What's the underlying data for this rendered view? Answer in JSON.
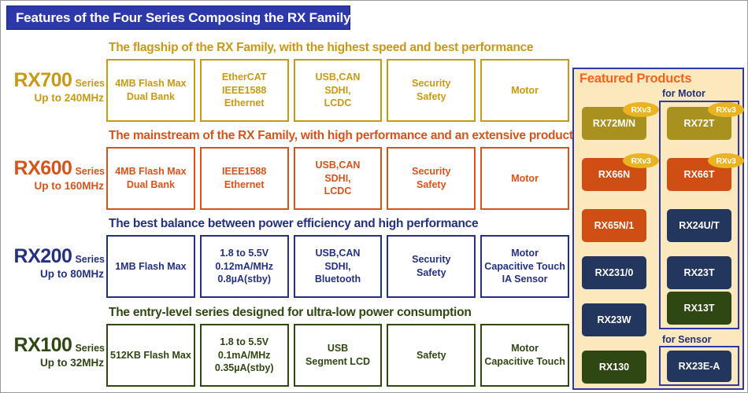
{
  "title": "Features of the Four Series Composing the RX Family",
  "series_rows": [
    {
      "key": "rx700",
      "name": "RX700",
      "suffix": "Series",
      "speed": "Up to 240MHz",
      "headline": "The flagship of the RX Family, with the highest speed and best performance",
      "color": "#c79a16",
      "boxes": [
        [
          "4MB Flash Max",
          "Dual Bank"
        ],
        [
          "EtherCAT",
          "IEEE1588",
          "Ethernet"
        ],
        [
          "USB,CAN",
          "SDHI,",
          "LCDC"
        ],
        [
          "Security",
          "Safety"
        ],
        [
          "Motor"
        ]
      ]
    },
    {
      "key": "rx600",
      "name": "RX600",
      "suffix": "Series",
      "speed": "Up to 160MHz",
      "headline": "The mainstream of the RX Family, with high performance and an extensive product lineup",
      "color": "#d4541c",
      "boxes": [
        [
          "4MB Flash Max",
          "Dual Bank"
        ],
        [
          "IEEE1588",
          "Ethernet"
        ],
        [
          "USB,CAN",
          "SDHI,",
          "LCDC"
        ],
        [
          "Security",
          "Safety"
        ],
        [
          "Motor"
        ]
      ]
    },
    {
      "key": "rx200",
      "name": "RX200",
      "suffix": "Series",
      "speed": "Up to 80MHz",
      "headline": "The best balance between power efficiency and high performance",
      "color": "#25317e",
      "boxes": [
        [
          "1MB Flash Max"
        ],
        [
          "1.8 to 5.5V",
          "0.12mA/MHz",
          "0.8µA(stby)"
        ],
        [
          "USB,CAN",
          "SDHI,",
          "Bluetooth"
        ],
        [
          "Security",
          "Safety"
        ],
        [
          "Motor",
          "Capacitive Touch",
          "IA Sensor"
        ]
      ]
    },
    {
      "key": "rx100",
      "name": "RX100",
      "suffix": "Series",
      "speed": "Up to 32MHz",
      "headline": "The entry-level series designed for ultra-low power consumption",
      "color": "#2f4713",
      "boxes": [
        [
          "512KB Flash Max"
        ],
        [
          "1.8 to 5.5V",
          "0.1mA/MHz",
          "0.35µA(stby)"
        ],
        [
          "USB",
          "Segment LCD"
        ],
        [
          "Safety"
        ],
        [
          "Motor",
          "Capacitive Touch"
        ]
      ]
    }
  ],
  "featured": {
    "title": "Featured Products",
    "motor_label": "for Motor",
    "sensor_label": "for Sensor",
    "badge_label": "RXv3",
    "left_chips": [
      {
        "label": "RX72M/N",
        "color": "gold",
        "badge": true
      },
      {
        "label": "RX66N",
        "color": "rust",
        "badge": true
      },
      {
        "label": "RX65N/1",
        "color": "rust",
        "badge": false
      },
      {
        "label": "RX231/0",
        "color": "navy",
        "badge": false
      },
      {
        "label": "RX23W",
        "color": "navy",
        "badge": false
      },
      {
        "label": "RX130",
        "color": "green",
        "badge": false
      }
    ],
    "motor_chips": [
      {
        "label": "RX72T",
        "color": "gold",
        "badge": true
      },
      {
        "label": "RX66T",
        "color": "rust",
        "badge": true
      },
      {
        "label": "RX24U/T",
        "color": "navy",
        "badge": false
      },
      {
        "label": "RX23T",
        "color": "navy",
        "badge": false
      },
      {
        "label": "RX13T",
        "color": "green",
        "badge": false
      }
    ],
    "sensor_chips": [
      {
        "label": "RX23E-A",
        "color": "navy",
        "badge": false
      }
    ]
  }
}
